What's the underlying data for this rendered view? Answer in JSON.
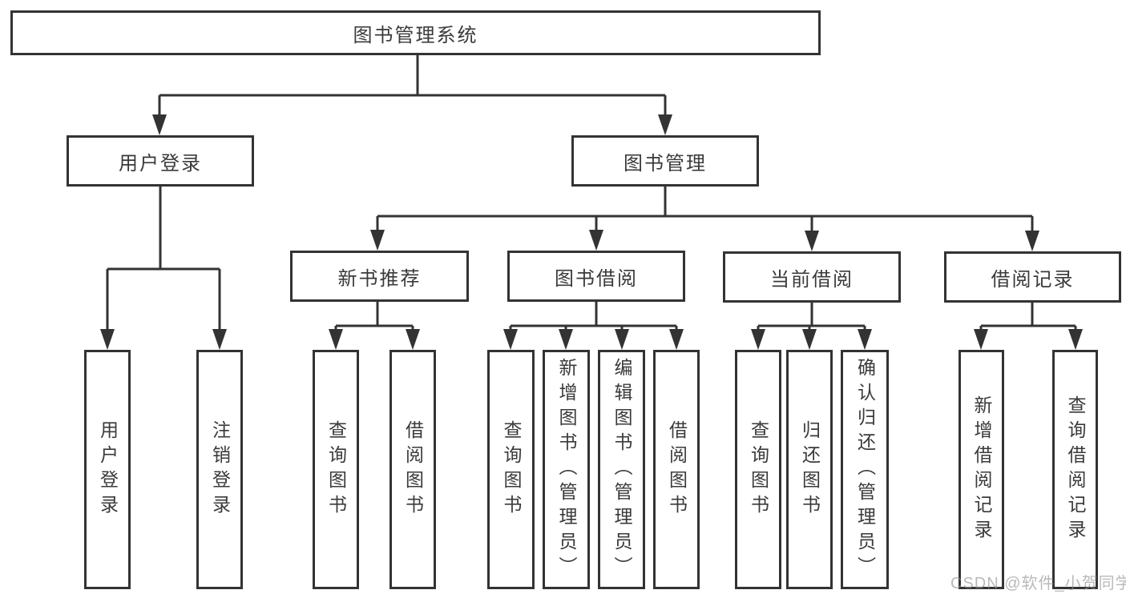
{
  "diagram": {
    "root": {
      "label": "图书管理系统"
    },
    "branches": [
      {
        "label": "用户登录",
        "children": [
          {
            "label": "用户登录"
          },
          {
            "label": "注销登录"
          }
        ]
      },
      {
        "label": "图书管理",
        "children": [
          {
            "label": "新书推荐",
            "children": [
              {
                "label": "查询图书"
              },
              {
                "label": "借阅图书"
              }
            ]
          },
          {
            "label": "图书借阅",
            "children": [
              {
                "label": "查询图书"
              },
              {
                "label": "新增图书（管理员）"
              },
              {
                "label": "编辑图书（管理员）"
              },
              {
                "label": "借阅图书"
              }
            ]
          },
          {
            "label": "当前借阅",
            "children": [
              {
                "label": "查询图书"
              },
              {
                "label": "归还图书"
              },
              {
                "label": "确认归还（管理员）"
              }
            ]
          },
          {
            "label": "借阅记录",
            "children": [
              {
                "label": "新增借阅记录"
              },
              {
                "label": "查询借阅记录"
              }
            ]
          }
        ]
      }
    ],
    "watermark": "CSDN @软件_小贺同学",
    "colors": {
      "line": "#333333",
      "text": "#3a3a3a",
      "background": "#ffffff",
      "watermark": "#8f8f8f"
    }
  }
}
